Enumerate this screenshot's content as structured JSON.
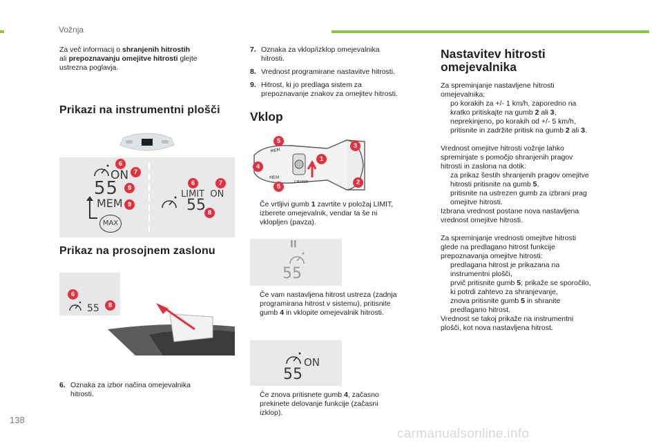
{
  "header": {
    "section": "Vožnja"
  },
  "page_number": "138",
  "watermark": "carmanualsonline.info",
  "col1": {
    "intro": {
      "part1": "Za več informacij o ",
      "bold1": "shranjenih hitrostih",
      "part2": "ali ",
      "bold2": "prepoznavanju omejitve hitrosti",
      "part3": " glejte",
      "part4": "ustrezna poglavja."
    },
    "heading_instrument": "Prikazi na instrumentni plošči",
    "heading_hud": "Prikaz na prosojnem zaslonu",
    "instrument_left": {
      "on": "ON",
      "speed": "55",
      "mem": "MEM",
      "max": "MAX"
    },
    "instrument_right": {
      "limit_on": "LIMIT  ON",
      "speed": "55"
    },
    "hud": {
      "speed": "55"
    },
    "item6": {
      "num": "6.",
      "text1": "Oznaka za izbor načina omejevalnika",
      "text2": "hitrosti."
    }
  },
  "col2": {
    "items": [
      {
        "num": "7.",
        "line1": "Oznaka za vklop/izklop omejevalnika",
        "line2": "hitrosti."
      },
      {
        "num": "8.",
        "line1": "Vrednost programirane nastavitve hitrosti.",
        "line2": ""
      },
      {
        "num": "9.",
        "line1": "Hitrost, ki jo predlaga sistem za",
        "line2": "prepoznavanje znakov za omejitev hitrosti."
      }
    ],
    "heading_vklop": "Vklop",
    "lever": {
      "mem1": "MEM",
      "mem2": "MEM",
      "cruise": "CRUISE"
    },
    "b1": {
      "l1a": "Če vrtljivi gumb ",
      "l1b": "1",
      "l1c": " zavrtite v položaj LIMIT,",
      "l2": "izberete omejevalnik, vendar ta še ni",
      "l3": "vklopljen (pavza)."
    },
    "pause_panel": {
      "pause": "II",
      "speed": "55"
    },
    "b2": {
      "l1": "Če vam nastavljena hitrost ustreza (zadnja",
      "l2": "programirana hitrost v sistemu), pritisnite",
      "l3a": "gumb ",
      "l3b": "4",
      "l3c": " in vklopite omejevalnik hitrosti."
    },
    "on_panel": {
      "on": "ON",
      "speed": "55"
    },
    "b3": {
      "l1a": "Če znova pritisnete gumb ",
      "l1b": "4",
      "l1c": ", začasno",
      "l2": "prekinete delovanje funkcije (začasni",
      "l3": "izklop)."
    }
  },
  "col3": {
    "heading_l1": "Nastavitev hitrosti",
    "heading_l2": "omejevalnika",
    "p1": "Za spreminjanje nastavljene hitrosti",
    "p1b": "omejevalnika:",
    "bl1": {
      "l1": "po korakih za +/- 1 km/h, zaporedno na",
      "l2a": "kratko pritiskajte na gumb ",
      "b1": "2",
      "l2b": " ali ",
      "b2": "3",
      "l2c": ","
    },
    "bl2": {
      "l1": "neprekinjeno, po korakih od +/- 5 km/h,",
      "l2a": "pritisnite in zadržite pritisk na gumb ",
      "b1": "2",
      "l2b": " ali ",
      "b2": "3",
      "l2c": "."
    },
    "p2": [
      "Vrednost omejitve hitrosti vožnje lahko",
      "spreminjate s pomočjo shranjenih pragov",
      "hitrosti in zaslona na dotik:"
    ],
    "bl3": {
      "l1": "za prikaz šestih shranjenih pragov omejitve",
      "l2a": "hitrosti pritisnite na gumb ",
      "b1": "5",
      "l2b": ","
    },
    "bl4": {
      "l1": "pritisnite na ustrezen gumb za izbrani prag",
      "l2": "omejitve hitrosti."
    },
    "p3": [
      "Izbrana vrednost postane nova nastavljena",
      "vrednost omejitve hitrosti."
    ],
    "p4": [
      "Za spreminjanje vrednosti omejitve hitrosti",
      "glede na predlagano hitrost funkcije",
      "prepoznavanja omejitve hitrosti:"
    ],
    "bl5": {
      "l1": "predlagana hitrost je prikazana na",
      "l2": "instrumentni plošči,"
    },
    "bl6": {
      "l1a": "prvič pritisnite gumb ",
      "b1": "5",
      "l1b": "; prikaže se sporočilo,",
      "l2": "ki potrdi zahtevo za shranjevanje,"
    },
    "bl7": {
      "l1a": "znova pritisnite gumb ",
      "b1": "5",
      "l1b": " in shranite",
      "l2": "predlagano hitrost."
    },
    "p5": [
      "Vrednost se takoj prikaže na instrumentni",
      "plošči, kot nova nastavljena hitrost."
    ]
  },
  "bullet_mark": "",
  "badges": [
    "1",
    "2",
    "3",
    "4",
    "5",
    "6",
    "7",
    "8",
    "9"
  ],
  "colors": {
    "accent_green": "#8dc63f",
    "badge_red": "#e2313c",
    "panel_gray": "#e9e9e9"
  }
}
